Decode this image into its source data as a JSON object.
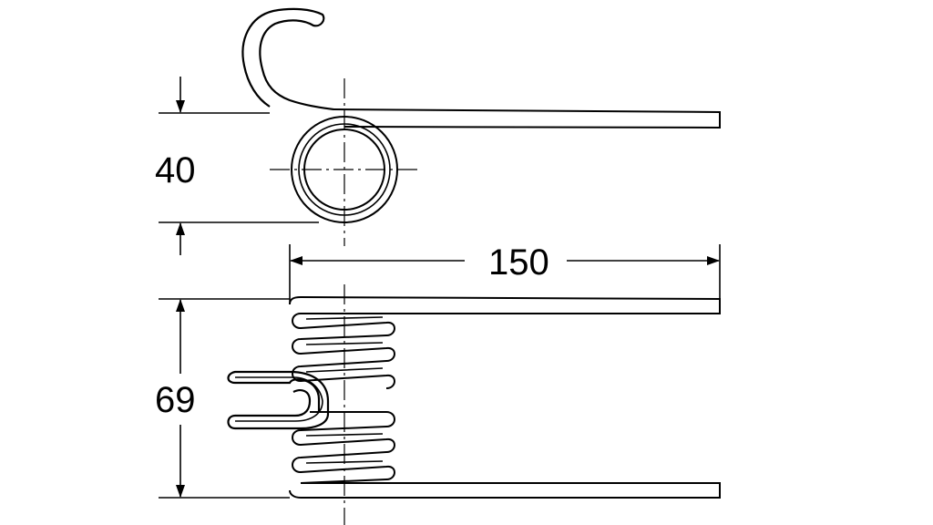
{
  "drawing": {
    "dimensions": {
      "top_height": "40",
      "length": "150",
      "bottom_height": "69"
    }
  }
}
